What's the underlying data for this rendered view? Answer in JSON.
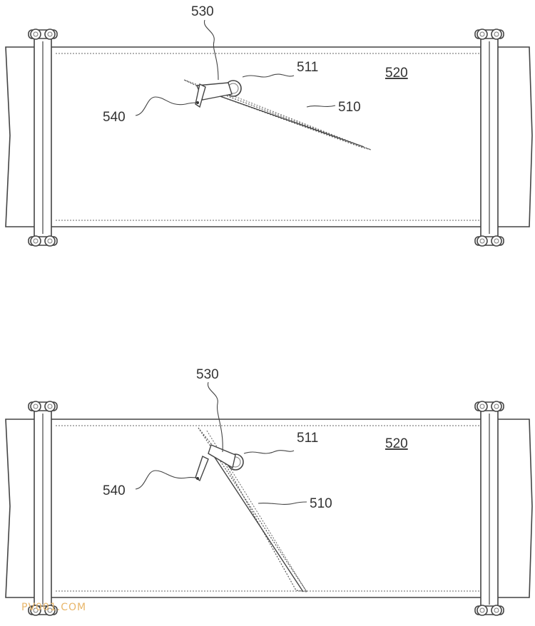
{
  "figure_top": {
    "labels": {
      "l530": "530",
      "l511": "511",
      "l520": "520",
      "l510": "510",
      "l540": "540"
    }
  },
  "figure_bottom": {
    "labels": {
      "l530": "530",
      "l511": "511",
      "l520": "520",
      "l510": "510",
      "l540": "540"
    }
  },
  "watermark": "PV001.COM",
  "colors": {
    "line": "#444444",
    "label": "#333333",
    "watermark": "#e8b66a"
  }
}
